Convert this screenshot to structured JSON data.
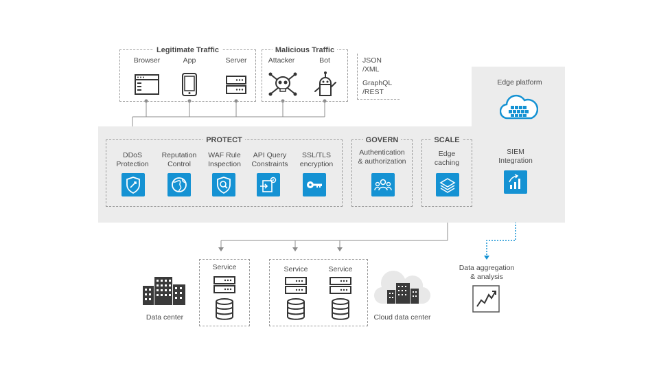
{
  "legitimate": {
    "title": "Legitimate Traffic",
    "items": [
      {
        "label": "Browser",
        "icon": "browser-icon"
      },
      {
        "label": "App",
        "icon": "mobile-app-icon"
      },
      {
        "label": "Server",
        "icon": "server-icon"
      }
    ]
  },
  "malicious": {
    "title": "Malicious Traffic",
    "items": [
      {
        "label": "Attacker",
        "icon": "skull-crossbones-icon"
      },
      {
        "label": "Bot",
        "icon": "robot-icon"
      }
    ]
  },
  "formats": {
    "json": "JSON",
    "xml": "/XML",
    "graphql": "GraphQL",
    "rest": "/REST"
  },
  "edge_platform": {
    "label": "Edge platform",
    "icon": "cloud-grid-icon"
  },
  "protect": {
    "title": "PROTECT",
    "items": [
      {
        "line1": "DDoS",
        "line2": "Protection",
        "icon": "shield-icon"
      },
      {
        "line1": "Reputation",
        "line2": "Control",
        "icon": "globe-icon"
      },
      {
        "line1": "WAF Rule",
        "line2": "Inspection",
        "icon": "search-shield-icon"
      },
      {
        "line1": "API Query",
        "line2": "Constraints",
        "icon": "api-gear-icon"
      },
      {
        "line1": "SSL/TLS",
        "line2": "encryption",
        "icon": "key-icon"
      }
    ]
  },
  "govern": {
    "title": "GOVERN",
    "line1": "Authentication",
    "line2": "& authorization",
    "icon": "users-icon"
  },
  "scale": {
    "title": "SCALE",
    "line1": "Edge",
    "line2": "caching",
    "icon": "layers-icon"
  },
  "siem": {
    "line1": "SIEM",
    "line2": "Integration",
    "icon": "chart-up-icon"
  },
  "data_aggregation": {
    "line1": "Data aggregation",
    "line2": "& analysis",
    "icon": "line-chart-icon"
  },
  "data_center": {
    "label": "Data center",
    "service": "Service"
  },
  "middle_services": [
    "Service",
    "Service"
  ],
  "cloud_data_center": {
    "label": "Cloud data center"
  },
  "colors": {
    "accent": "#1592d3",
    "panel": "#ececec",
    "line": "#8c8c8c"
  }
}
